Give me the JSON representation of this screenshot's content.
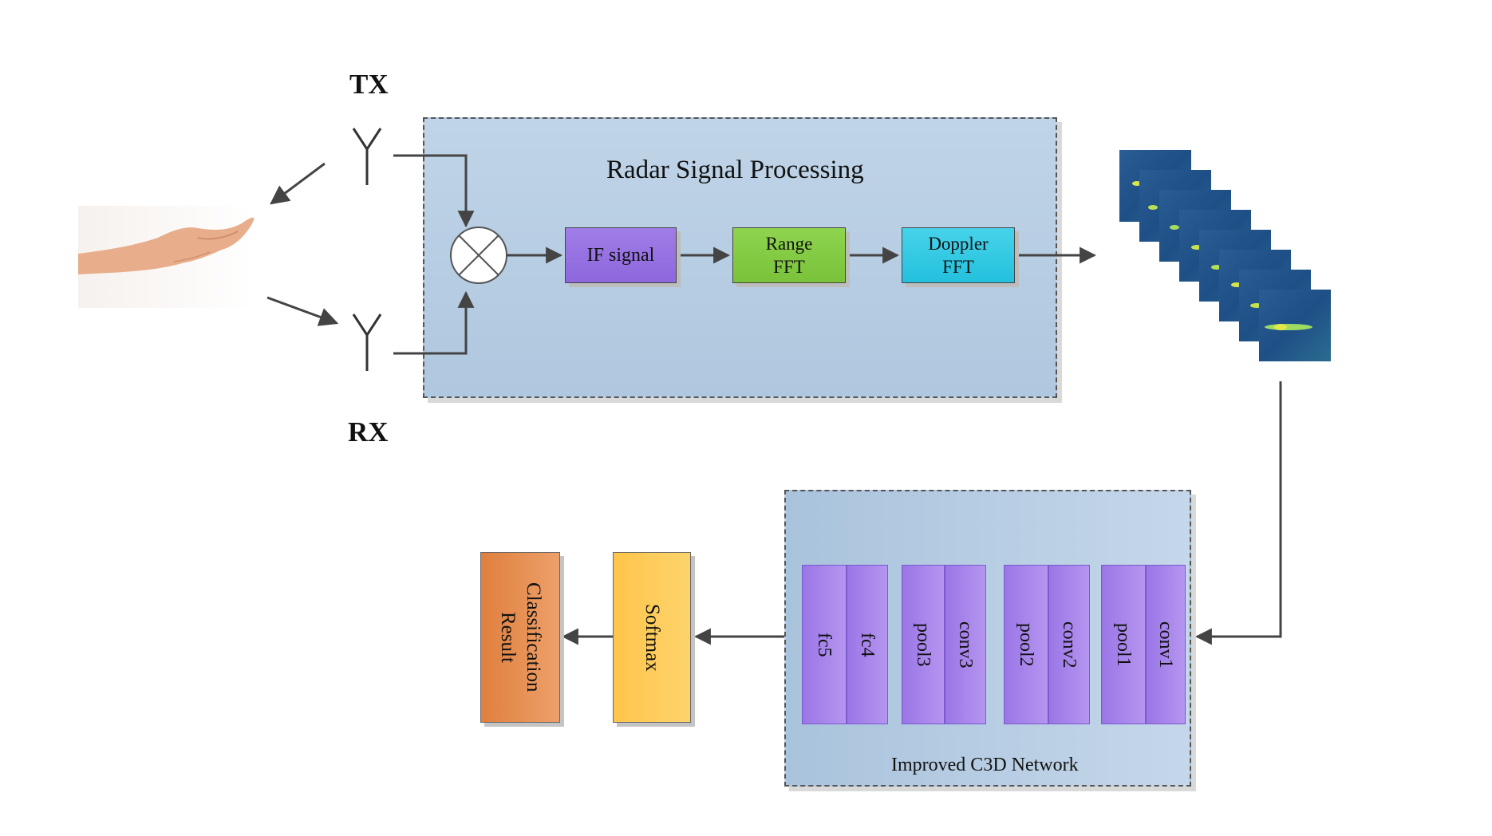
{
  "antennas": {
    "tx_label": "TX",
    "rx_label": "RX"
  },
  "radar_panel": {
    "title": "Radar Signal Processing",
    "blocks": [
      {
        "label": "IF signal",
        "color": "#9575e0"
      },
      {
        "label": "Range\nFFT",
        "color": "#82cc45"
      },
      {
        "label": "Doppler\nFFT",
        "color": "#33c8e2"
      }
    ]
  },
  "network_panel": {
    "title": "Improved C3D Network",
    "layer_groups": [
      [
        "fc5",
        "fc4"
      ],
      [
        "pool3",
        "conv3"
      ],
      [
        "pool2",
        "conv2"
      ],
      [
        "pool1",
        "conv1"
      ]
    ]
  },
  "softmax": {
    "label": "Softmax",
    "color": "#fdc958"
  },
  "classification": {
    "label": "Classification\nResult",
    "color": "#e68b4c"
  },
  "colors": {
    "arrow": "#444444",
    "panel_border": "#555555",
    "layer_purple": "#a585ec"
  }
}
